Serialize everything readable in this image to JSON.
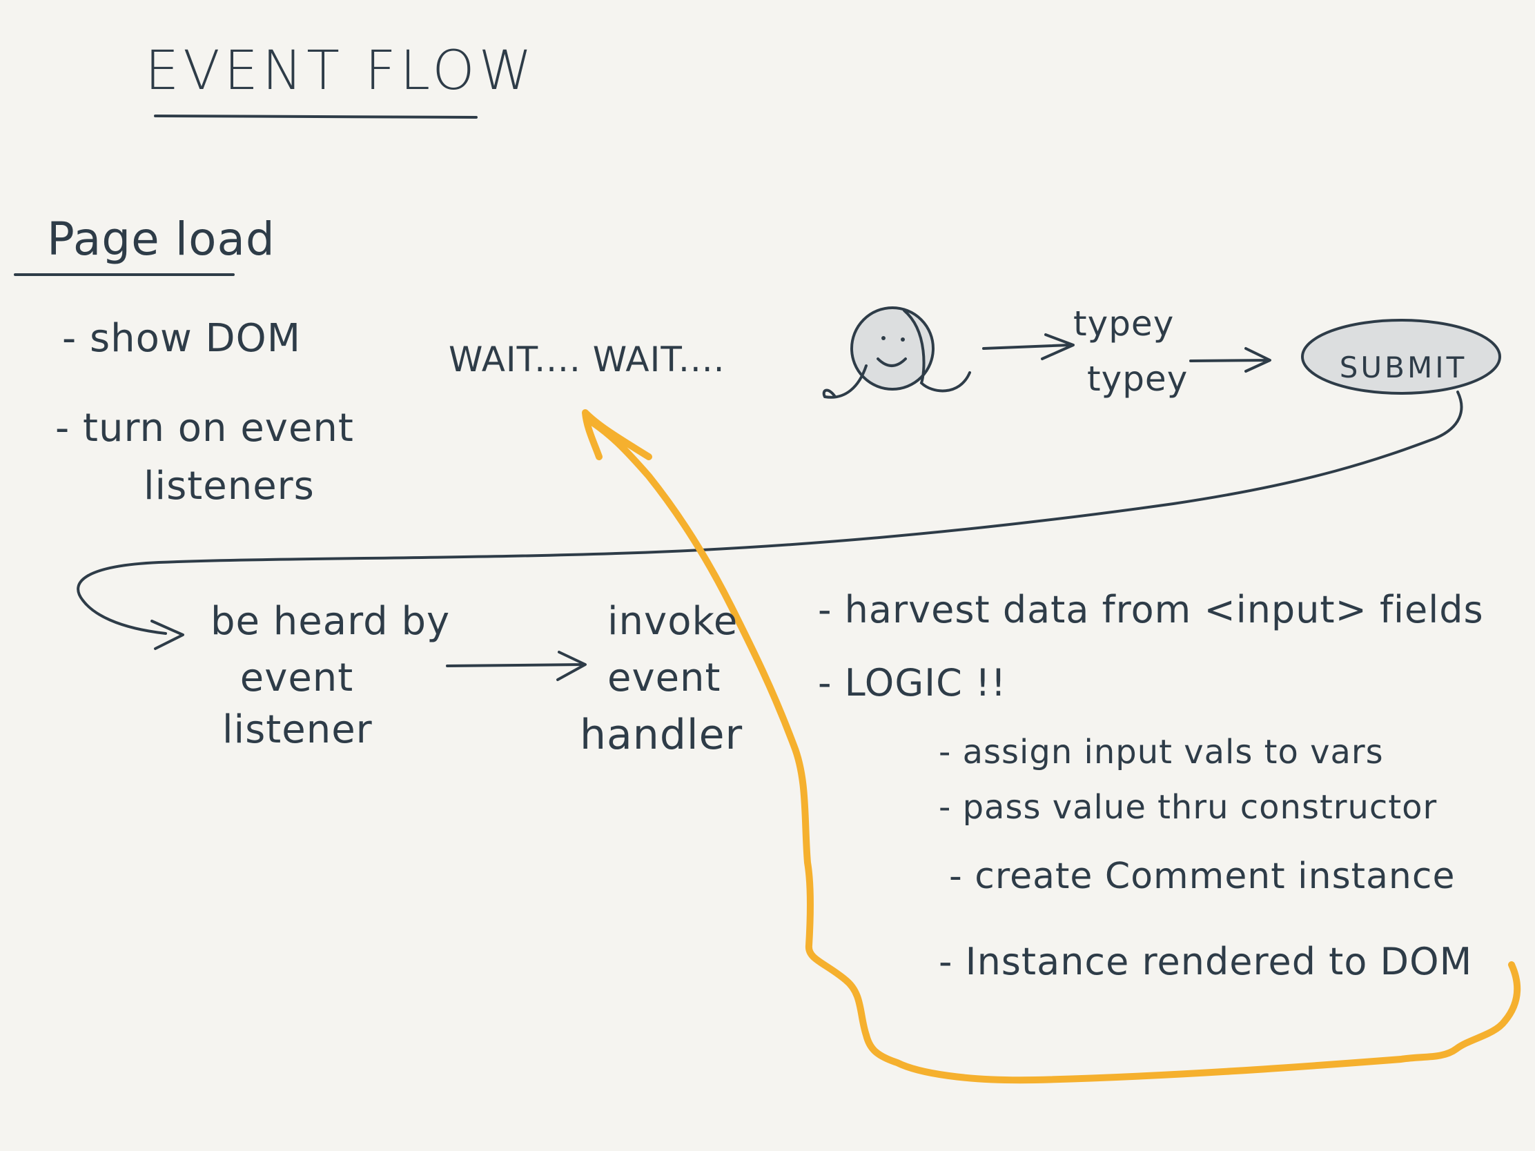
{
  "title": "EVENT FLOW",
  "page_load": {
    "heading": "Page load",
    "items": [
      "- show DOM",
      "- turn on event",
      "listeners"
    ]
  },
  "wait_text": "WAIT.... WAIT....",
  "typing": {
    "line1": "typey",
    "line2": "typey"
  },
  "submit_label": "SUBMIT",
  "heard": {
    "line1": "be heard by",
    "line2": "event",
    "line3": "listener"
  },
  "invoke": {
    "line1": "invoke",
    "line2": "event",
    "line3": "handler"
  },
  "handler_steps": {
    "harvest": "- harvest data from <input> fields",
    "logic": "- LOGIC !!",
    "sub": [
      "- assign input vals to vars",
      "- pass value thru constructor",
      "- create Comment instance",
      "- Instance rendered to DOM"
    ]
  },
  "colors": {
    "ink": "#2e3c48",
    "highlight": "#f5b02e",
    "paper": "#f5f4f0",
    "button_fill": "#dcdedf"
  }
}
